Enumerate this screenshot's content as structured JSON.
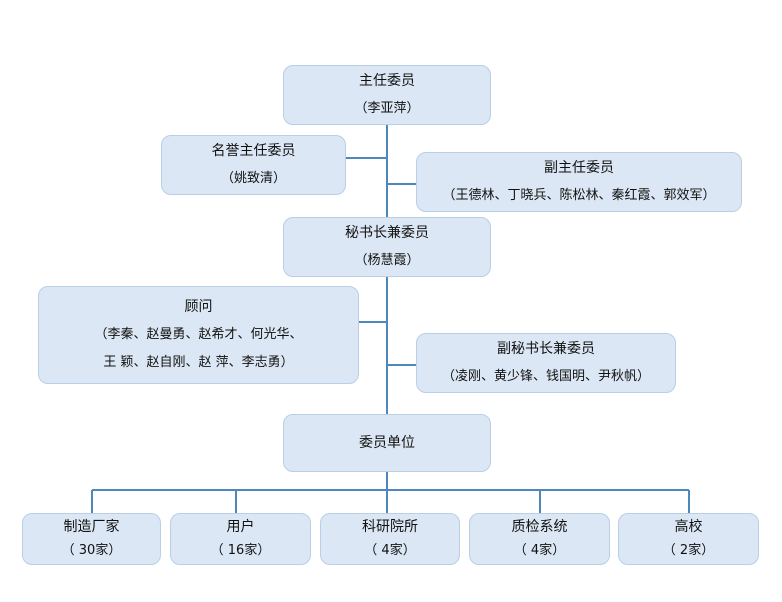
{
  "chart_data": {
    "type": "org_chart",
    "nodes": [
      {
        "id": "chair",
        "title": "主任委员",
        "sub": "（李亚萍）"
      },
      {
        "id": "honorary",
        "title": "名誉主任委员",
        "sub": "（姚致清）"
      },
      {
        "id": "vice",
        "title": "副主任委员",
        "sub": "（王德林、丁晓兵、陈松林、秦红霞、郭效军）"
      },
      {
        "id": "secretary",
        "title": "秘书长兼委员",
        "sub": "（杨慧霞）"
      },
      {
        "id": "advisor",
        "title": "顾问",
        "sub_lines": [
          "（李秦、赵曼勇、赵希才、何光华、",
          "王  颖、赵自刚、赵  萍、李志勇）"
        ]
      },
      {
        "id": "vice_secretary",
        "title": "副秘书长兼委员",
        "sub": "（凌刚、黄少锋、钱国明、尹秋帆）"
      },
      {
        "id": "member_units",
        "title": "委员单位"
      }
    ],
    "units": [
      {
        "name": "制造厂家",
        "count": "（  30家）"
      },
      {
        "name": "用户",
        "count": "（  16家）"
      },
      {
        "name": "科研院所",
        "count": "（  4家）"
      },
      {
        "name": "质检系统",
        "count": "（  4家）"
      },
      {
        "name": "高校",
        "count": "（  2家）"
      }
    ],
    "edges": [
      [
        "chair",
        "honorary"
      ],
      [
        "chair",
        "vice"
      ],
      [
        "chair",
        "secretary"
      ],
      [
        "secretary",
        "advisor"
      ],
      [
        "secretary",
        "vice_secretary"
      ],
      [
        "secretary",
        "member_units"
      ],
      [
        "member_units",
        "制造厂家"
      ],
      [
        "member_units",
        "用户"
      ],
      [
        "member_units",
        "科研院所"
      ],
      [
        "member_units",
        "质检系统"
      ],
      [
        "member_units",
        "高校"
      ]
    ]
  },
  "colors": {
    "box_fill": "#dbe7f4",
    "box_border": "#b8cfe6",
    "connector": "#4f87bd"
  }
}
